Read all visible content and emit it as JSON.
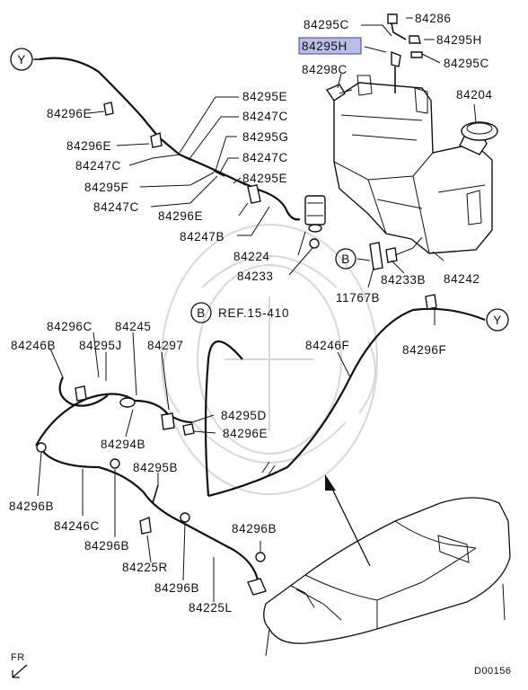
{
  "highlight_color": "#b7bfe8",
  "labels": {
    "c84295c_top": "84295C",
    "c84286": "84286",
    "c84295h_hl": "84295H",
    "c84295h": "84295H",
    "c84295c_right": "84295C",
    "c84298c": "84298C",
    "c84204": "84204",
    "c84295e_a": "84295E",
    "c84296e_a": "84296E",
    "c84247c_a": "84247C",
    "c84295g": "84295G",
    "c84296e_b": "84296E",
    "c84247c_b": "84247C",
    "c84247c_c": "84247C",
    "c84295e_b": "84295E",
    "c84295f_a": "84295F",
    "c84247c_d": "84247C",
    "c84296e_c": "84296E",
    "c84247b": "84247B",
    "c84224": "84224",
    "c84233": "84233",
    "c84233b": "84233B",
    "c84242": "84242",
    "c11767b": "11767B",
    "ref": "REF.15-410",
    "ref_b": "B",
    "callout_b": "B",
    "y_left": "Y",
    "y_right": "Y",
    "c84296c": "84296C",
    "c84245": "84245",
    "c84246b": "84246B",
    "c84295j": "84295J",
    "c84297": "84297",
    "c84246f": "84246F",
    "c84296f": "84296F",
    "c84294b": "84294B",
    "c84295d": "84295D",
    "c84296e_d": "84296E",
    "c84296b_a": "84296B",
    "c84295b": "84295B",
    "c84246c": "84246C",
    "c84296b_b": "84296B",
    "c84296b_c": "84296B",
    "c84225r": "84225R",
    "c84296b_d": "84296B",
    "c84225l": "84225L",
    "fr": "FR",
    "code": "D00156"
  }
}
